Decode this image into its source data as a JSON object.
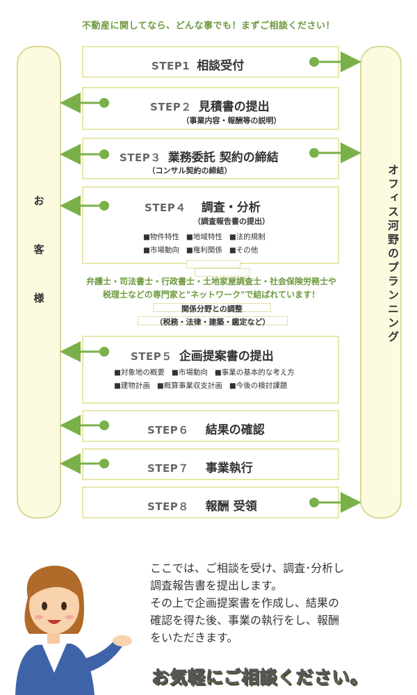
{
  "tagline": "不動産に関してなら、どんな事でも！まずご相談ください！",
  "customer_label": [
    "お",
    "客",
    "様"
  ],
  "office_label": "オフィス河野のプランニング",
  "steps": [
    {
      "num": "STEP1",
      "title": "相談受付"
    },
    {
      "num": "STEP２",
      "title": "見積書の提出",
      "sub": "（事業内容・報酬等の説明）"
    },
    {
      "num": "STEP３",
      "title": "業務委託 契約の締結",
      "sub": "（コンサル契約の締結）"
    },
    {
      "num": "STEP４",
      "title": "調査・分析",
      "sub": "（調査報告書の提出）",
      "bullets": [
        [
          "■物件特性",
          "■地域特性",
          "■法的規制"
        ],
        [
          "■市場動向",
          "■権利関係",
          "■その他"
        ]
      ]
    },
    {
      "num": "STEP５",
      "title": "企画提案書の提出",
      "bullets": [
        [
          "■対象地の概要",
          "■市場動向",
          "■事業の基本的な考え方"
        ],
        [
          "■建物計画",
          "■概算事業収支計画",
          "■今後の検討課題"
        ]
      ]
    },
    {
      "num": "STEP６",
      "title": "結果の確認"
    },
    {
      "num": "STEP７",
      "title": "事業執行"
    },
    {
      "num": "STEP８",
      "title": "報酬 受領"
    }
  ],
  "network": {
    "line1": "弁護士・司法書士・行政書士・土地家屋調査士・社会保険労務士や",
    "line2": "税理士などの専門家と\"ネットワーク\"で結ばれています！",
    "adjust_title": "関係分野との調整",
    "adjust_sub": "（税務・法律・建築・鑑定など）"
  },
  "explanation": [
    "ここでは、ご相談を受け、調査･分析し",
    "調査報告書を提出します。",
    "その上で企画提案書を作成し、結果の",
    "確認を得た後、事業の執行をし、報酬",
    "をいただきます。"
  ],
  "cta": "お気軽にご相談ください。",
  "colors": {
    "accent_green": "#6c9a3c",
    "arrow_green": "#7ab04a",
    "pillar_fill": "#fcfbe0",
    "box_border": "#e9e7aa",
    "cta_yellow": "#d6c51a"
  }
}
